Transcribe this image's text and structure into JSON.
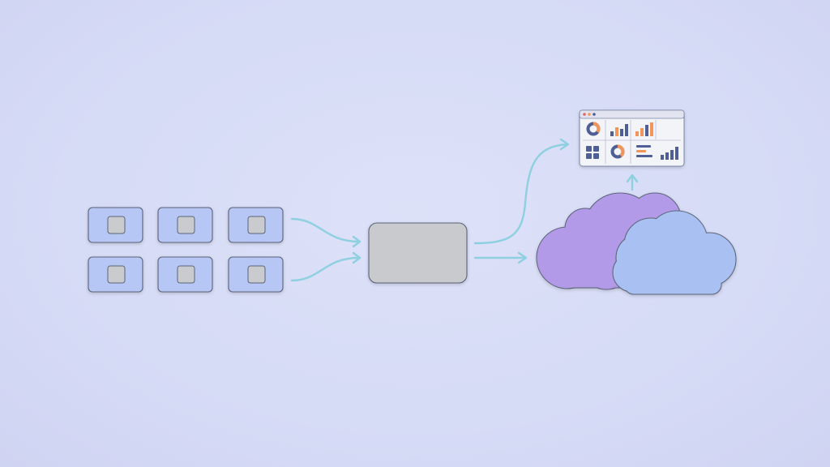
{
  "diagram": {
    "kind": "data-flow",
    "sources": {
      "rows": 2,
      "cols": 3
    },
    "hub": "gateway-box",
    "destination": "cloud",
    "output": "analytics-dashboard"
  },
  "colors": {
    "background": "#d6dbf6",
    "source_card_fill": "#b7c7f5",
    "source_card_stroke": "#5b6478",
    "chip_fill": "#c9cbcf",
    "hub_fill": "#c8cacd",
    "connector": "#8fd0e0",
    "cloud_purple": "#b29ae8",
    "cloud_blue": "#a8c1f2",
    "dashboard_navy": "#4f5f95",
    "dashboard_orange": "#f2955a",
    "dashboard_frame": "#7a86a8"
  },
  "icons": {
    "chip": "square-chip-icon",
    "arrow": "arrow-right-icon",
    "donut": "donut-chart-icon",
    "bars": "bar-chart-icon",
    "grid": "grid-icon",
    "list": "list-icon"
  }
}
